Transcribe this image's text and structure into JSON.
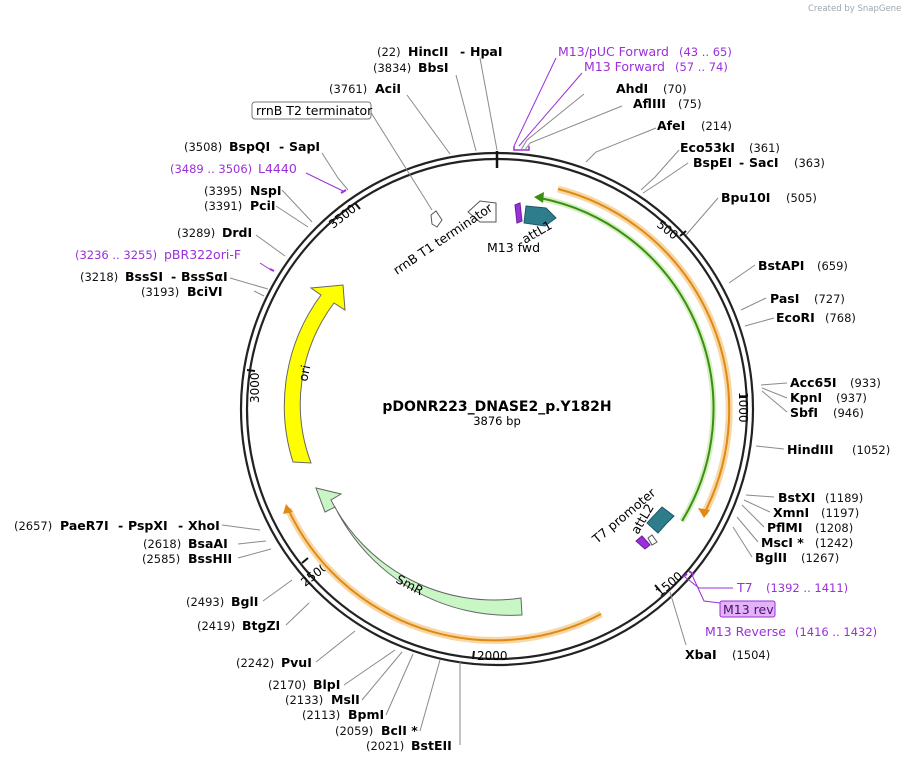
{
  "watermark": "Created by SnapGene",
  "plasmid": {
    "name": "pDONR223_DNASE2_p.Y182H",
    "size": "3876 bp"
  },
  "ticks": {
    "t500": "500",
    "t1000": "1000",
    "t1500": "1500",
    "t2000": "2000",
    "t2500": "2500",
    "t3000": "3000",
    "t3500": "3500"
  },
  "features": {
    "rrnb_t2": "rrnB T2 terminator",
    "rrnb_t1": "rrnB T1 terminator",
    "m13fwd": "M13 fwd",
    "attl1": "attL1",
    "attl2": "attL2",
    "t7promoter": "T7 promoter",
    "ori": "ori",
    "smr": "SmR"
  },
  "enzymes": {
    "hinc_num": "(22)",
    "hinc_a": "HincII",
    "hinc_sep": "-",
    "hinc_b": "HpaI",
    "bbsi_num": "(3834)",
    "bbsi": "BbsI",
    "aci_num": "(3761)",
    "aci": "AciI",
    "bspqi_num": "(3508)",
    "bspqi_a": "BspQI",
    "bspqi_sep": "-",
    "bspqi_b": "SapI",
    "nspi_num": "(3395)",
    "nspi": "NspI",
    "pcii_num": "(3391)",
    "pcii": "PciI",
    "drdi_num": "(3289)",
    "drdi": "DrdI",
    "bsssi_num": "(3218)",
    "bsssi_a": "BssSI",
    "bsssi_sep": "-",
    "bsssi_b": "BssSαI",
    "bcivi_num": "(3193)",
    "bcivi": "BciVI",
    "ahdi": "AhdI",
    "ahdi_num": "(70)",
    "afliii": "AflIII",
    "afliii_num": "(75)",
    "afei": "AfeI",
    "afei_num": "(214)",
    "eco53ki": "Eco53kI",
    "eco53ki_num": "(361)",
    "bspei_a": "BspEI",
    "bspei_sep": "-",
    "bspei_b": "SacI",
    "bspei_num": "(363)",
    "bpu10i": "Bpu10I",
    "bpu10i_num": "(505)",
    "bstapi": "BstAPI",
    "bstapi_num": "(659)",
    "pasi": "PasI",
    "pasi_num": "(727)",
    "ecori": "EcoRI",
    "ecori_num": "(768)",
    "acc65i": "Acc65I",
    "acc65i_num": "(933)",
    "kpni": "KpnI",
    "kpni_num": "(937)",
    "sbfi": "SbfI",
    "sbfi_num": "(946)",
    "hindiii": "HindIII",
    "hindiii_num": "(1052)",
    "bstxi": "BstXI",
    "bstxi_num": "(1189)",
    "xmni": "XmnI",
    "xmni_num": "(1197)",
    "pflmi": "PflMI",
    "pflmi_num": "(1208)",
    "msci": "MscI *",
    "msci_num": "(1242)",
    "bglii": "BglII",
    "bglii_num": "(1267)",
    "xbai": "XbaI",
    "xbai_num": "(1504)",
    "paer7i_num": "(2657)",
    "paer7i_a": "PaeR7I",
    "paer7i_sep1": "-",
    "paer7i_b": "PspXI",
    "paer7i_sep2": "-",
    "paer7i_c": "XhoI",
    "bsaai_num": "(2618)",
    "bsaai": "BsaAI",
    "bsshii_num": "(2585)",
    "bsshii": "BssHII",
    "bgli_num": "(2493)",
    "bgli": "BglI",
    "btgzi_num": "(2419)",
    "btgzi": "BtgZI",
    "pvui_num": "(2242)",
    "pvui": "PvuI",
    "blpi_num": "(2170)",
    "blpi": "BlpI",
    "msli_num": "(2133)",
    "msli": "MslI",
    "bpmi_num": "(2113)",
    "bpmi": "BpmI",
    "bcli_num": "(2059)",
    "bcli": "BclI *",
    "bsteii_num": "(2021)",
    "bsteii": "BstEII"
  },
  "primers": {
    "m13puc": "M13/pUC Forward",
    "m13puc_num": "(43 .. 65)",
    "m13fwd": "M13 Forward",
    "m13fwd_num": "(57 .. 74)",
    "l4440_num": "(3489 .. 3506)",
    "l4440": "L4440",
    "pbr_num": "(3236 .. 3255)",
    "pbr": "pBR322ori-F",
    "t7": "T7",
    "t7_num": "(1392 .. 1411)",
    "m13rev": "M13 rev",
    "m13reverse": "M13 Reverse",
    "m13reverse_num": "(1416 .. 1432)"
  },
  "colors": {
    "backbone": "#222222",
    "primer": "#9b30d9",
    "ori": "#ffff00",
    "smr": "#c8f7c5",
    "att": "#2e7d8c",
    "orange_band": "#e89b2a",
    "green_band": "#4a9a1a"
  }
}
